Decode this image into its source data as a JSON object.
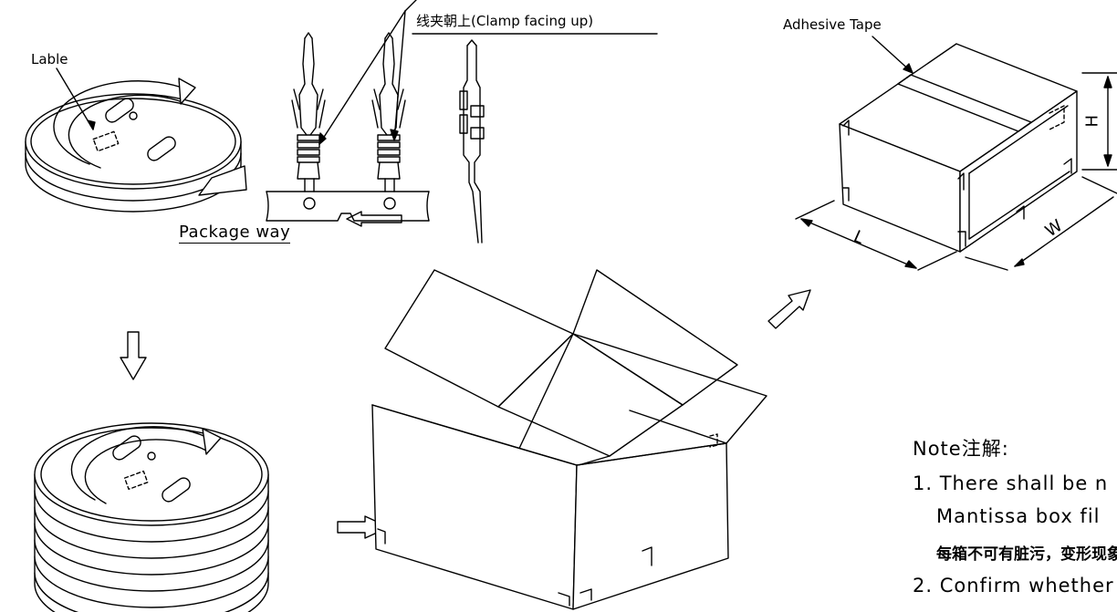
{
  "labels": {
    "label_tag": "Lable",
    "clamp_note": "线夹朝上(Clamp facing up)",
    "package_way": "Package way",
    "adhesive_tape": "Adhesive Tape",
    "dim_l": "L",
    "dim_w": "W",
    "dim_h": "H"
  },
  "notes": {
    "title": "Note注解:",
    "item1_line1": "1. There shall be n",
    "item1_line2": "Mantissa box fil",
    "item1_cn": "每箱不可有脏污，变形现象",
    "item2_line1": "2. Confirm whether"
  }
}
